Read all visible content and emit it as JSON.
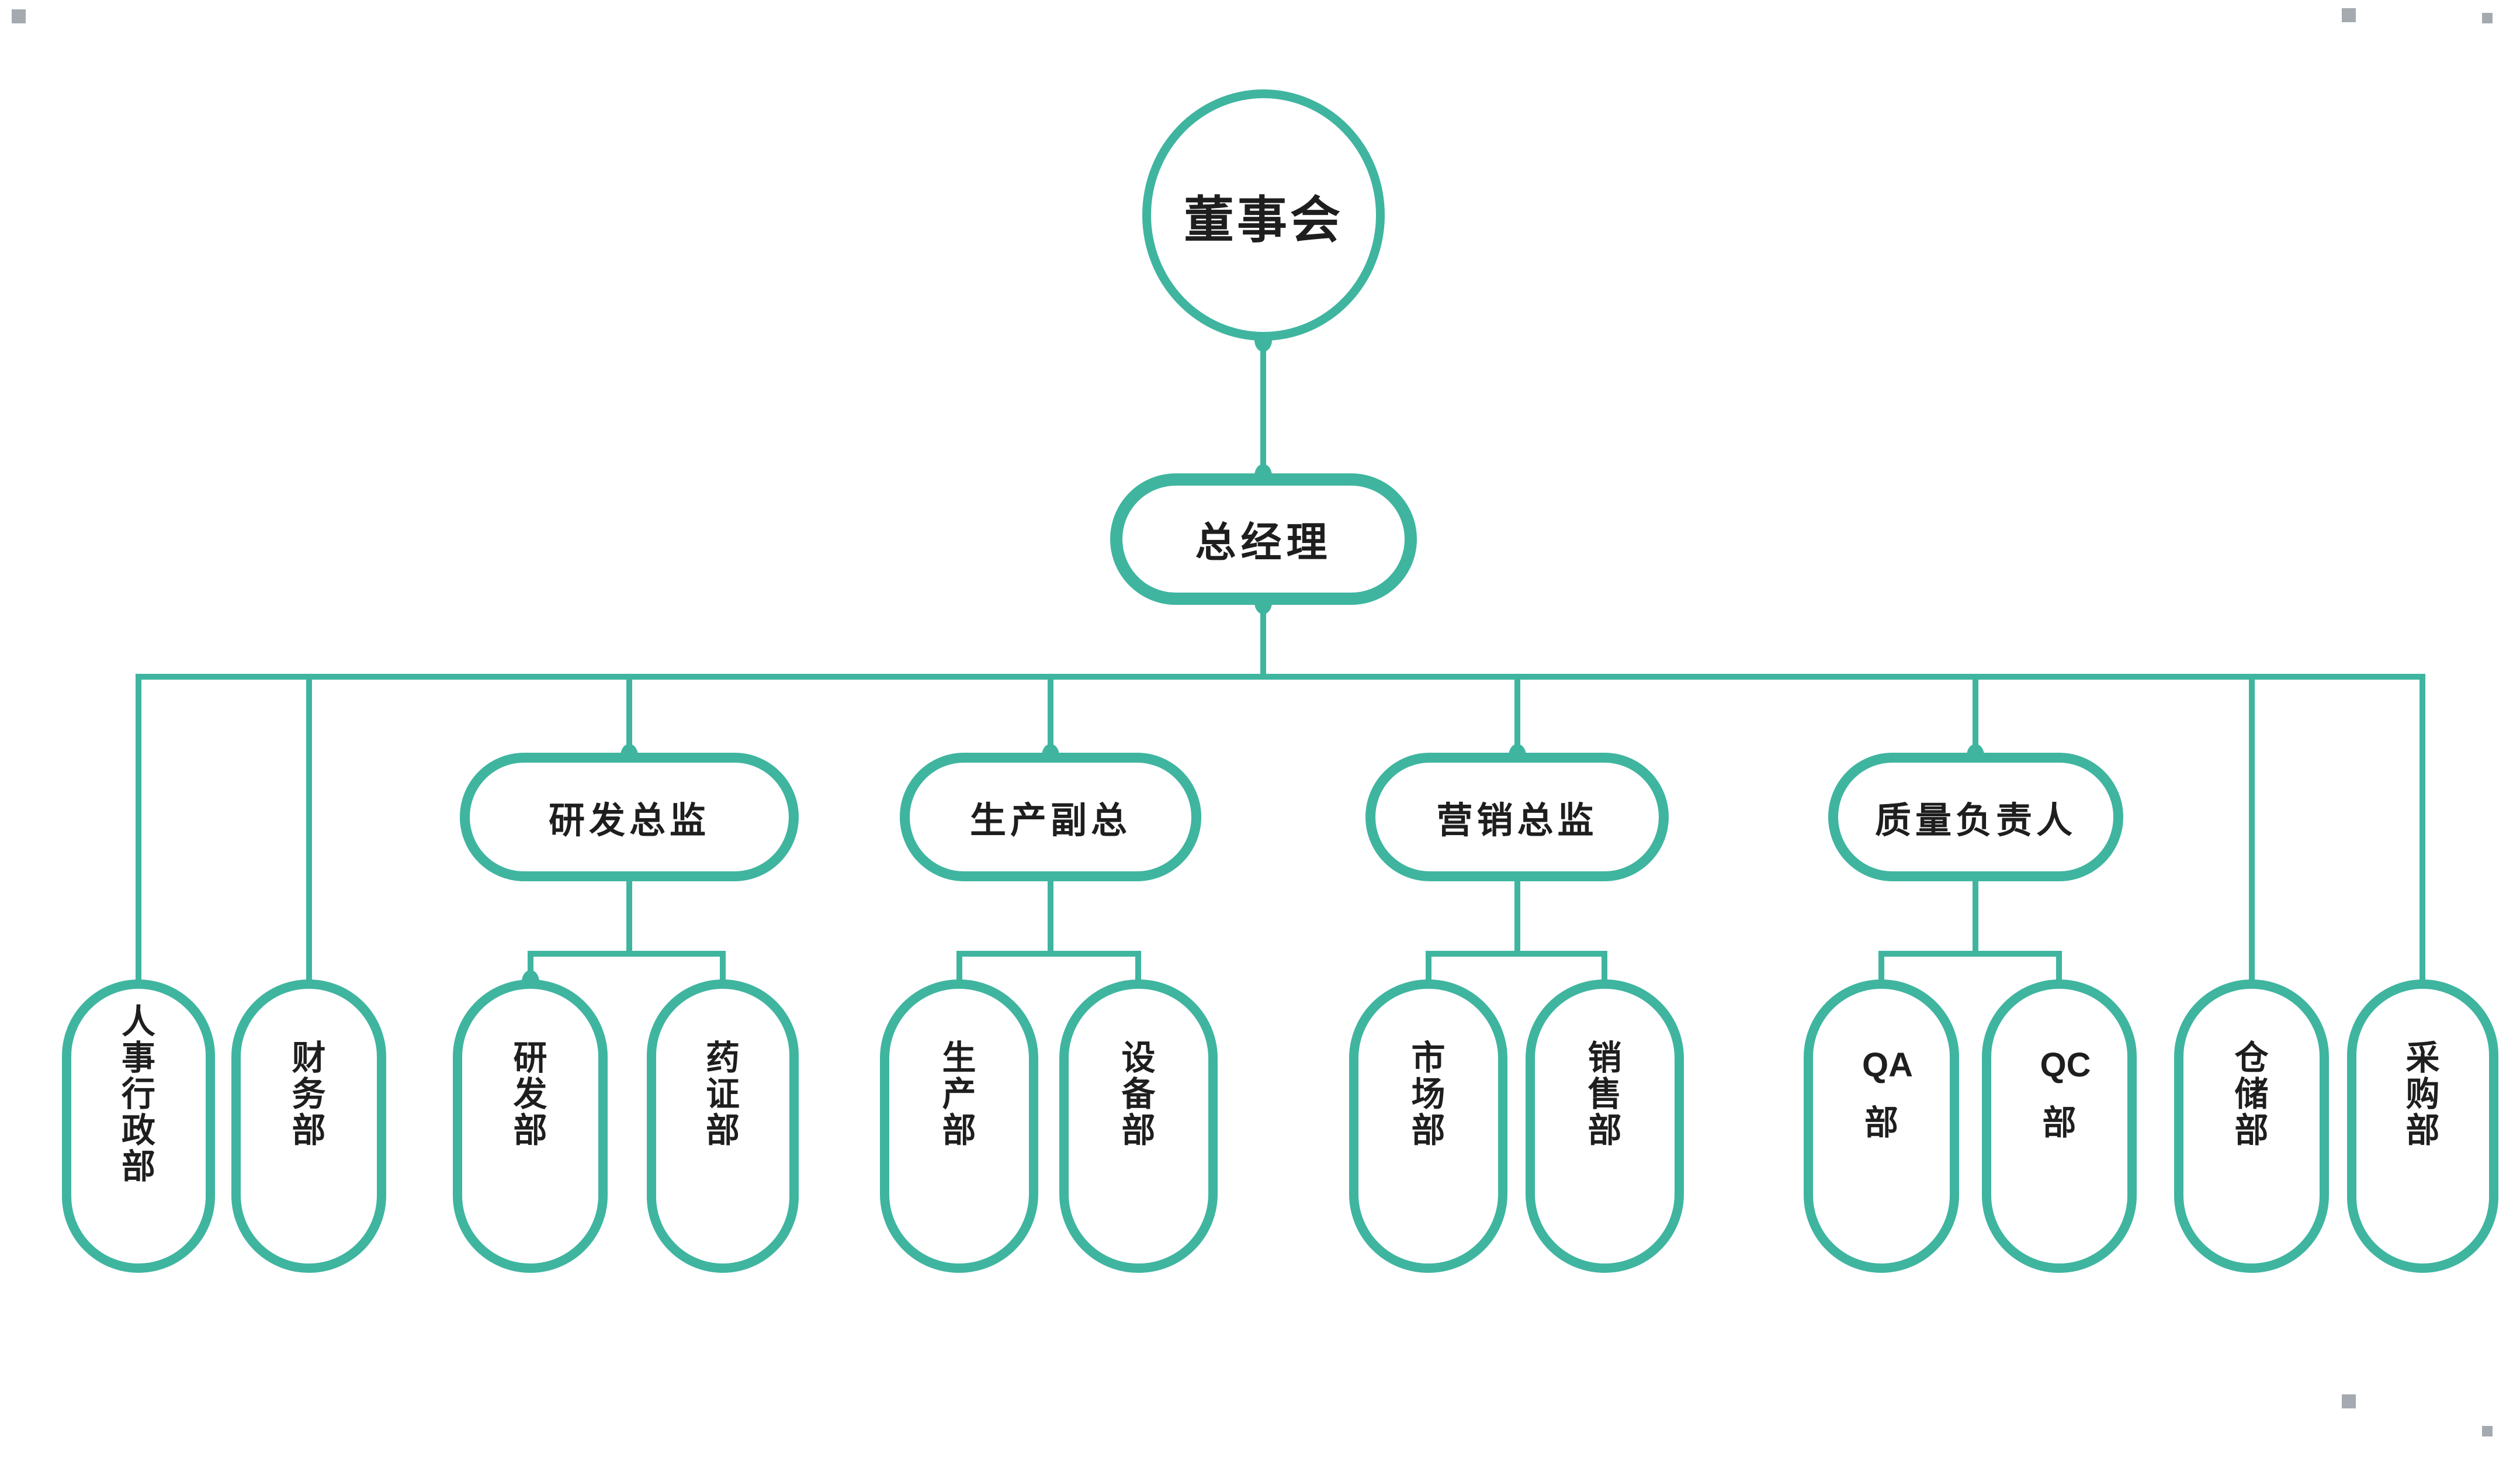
{
  "colors": {
    "accent_teal": "#3fb5a0",
    "text": "#1e1e1e",
    "background": "#ffffff"
  },
  "org_chart": {
    "root": {
      "label": "董事会"
    },
    "general_manager": {
      "label": "总经理"
    },
    "branches": [
      {
        "label": "研发总监",
        "children": [
          {
            "label": "研发部"
          },
          {
            "label": "药证部"
          }
        ]
      },
      {
        "label": "生产副总",
        "children": [
          {
            "label": "生产部"
          },
          {
            "label": "设备部"
          }
        ]
      },
      {
        "label": "营销总监",
        "children": [
          {
            "label": "市场部"
          },
          {
            "label": "销售部"
          }
        ]
      },
      {
        "label": "质量负责人",
        "children": [
          {
            "label": "QA部"
          },
          {
            "label": "QC部"
          }
        ]
      }
    ],
    "direct_departments": [
      {
        "label": "人事行政部"
      },
      {
        "label": "财务部"
      },
      {
        "label": "仓储部"
      },
      {
        "label": "采购部"
      }
    ]
  }
}
